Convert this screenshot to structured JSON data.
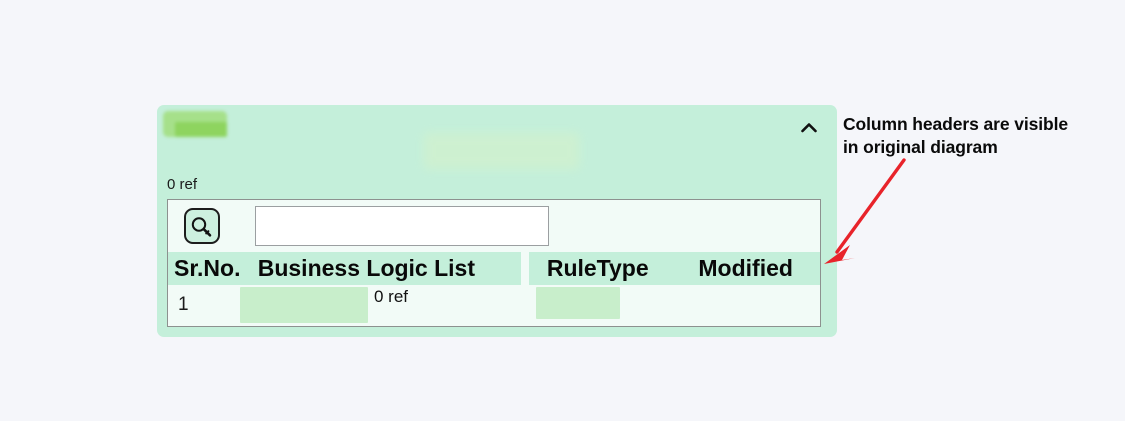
{
  "page": {
    "background_color": "#f5f6fa"
  },
  "panel": {
    "background_color": "#c4efda",
    "badge": {
      "label": "",
      "color": "#8ed45f",
      "redacted": true
    },
    "title_redacted": true,
    "ref_count_label": "0 ref",
    "collapse_icon": "chevron-up-icon"
  },
  "table": {
    "search": {
      "icon": "search-icon",
      "value": "",
      "placeholder": ""
    },
    "columns": [
      {
        "key": "srno",
        "label": "Sr.No."
      },
      {
        "key": "business_logic_list",
        "label": "Business Logic List"
      },
      {
        "key": "ruletype",
        "label": "RuleType"
      },
      {
        "key": "modified",
        "label": "Modified"
      }
    ],
    "rows": [
      {
        "srno": "1",
        "business_logic_list_redacted": true,
        "business_logic_ref": "0 ref",
        "ruletype_redacted": true,
        "modified": ""
      }
    ],
    "row_background": "#f2fbf7",
    "header_background": "#c4efda",
    "redaction_color": "#c8eecb"
  },
  "annotation": {
    "line1": "Column headers are visible",
    "line2": "in original diagram",
    "arrow_color": "#e8232a",
    "arrow_target": "column-header-row"
  }
}
